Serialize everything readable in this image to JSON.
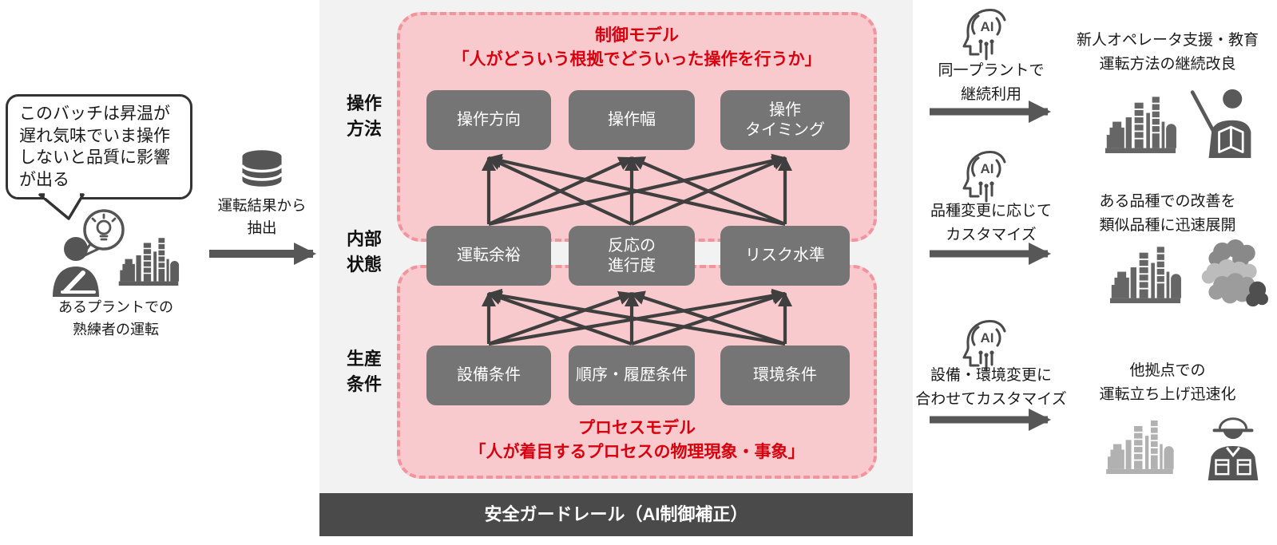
{
  "colors": {
    "accent_red": "#d7000f",
    "pink_fill": "#f9cacd",
    "pink_border": "#f0949e",
    "node_gray": "#757575",
    "bar_gray": "#4a4a4a",
    "panel_gray": "#f2f2f2",
    "arrow_gray": "#3f3f3f",
    "icon_gray": "#5e5e5e",
    "light_icon_gray": "#b1b1b1"
  },
  "source": {
    "speech_bubble": [
      "このバッチは昇温が",
      "遅れ気味でいま操作",
      "しないと品質に影響",
      "が出る"
    ],
    "caption": [
      "あるプラントでの",
      "熟練者の運転"
    ],
    "icons": [
      "operator-icon",
      "idea-bubble-icon",
      "plant-buildings-icon"
    ]
  },
  "extract": {
    "label": [
      "運転結果から",
      "抽出"
    ],
    "icon": "database-icon"
  },
  "model": {
    "control": {
      "title": "制御モデル",
      "subtitle": "「人がどういう根拠でどういった操作を行うか」"
    },
    "process": {
      "title": "プロセスモデル",
      "subtitle": "「人が着目するプロセスの物理現象・事象」"
    },
    "row_labels": [
      [
        "操作",
        "方法"
      ],
      [
        "内部",
        "状態"
      ],
      [
        "生産",
        "条件"
      ]
    ],
    "nodes": {
      "operation": [
        [
          "操作方向"
        ],
        [
          "操作幅"
        ],
        [
          "操作",
          "タイミング"
        ]
      ],
      "internal": [
        [
          "運転余裕"
        ],
        [
          "反応の",
          "進行度"
        ],
        [
          "リスク水準"
        ]
      ],
      "production": [
        [
          "設備条件"
        ],
        [
          "順序・履歴条件"
        ],
        [
          "環境条件"
        ]
      ]
    }
  },
  "guardrail": "安全ガードレール（AI制御補正）",
  "ai_icon_text": "AI",
  "benefits": [
    {
      "ai_label": [
        "同一プラントで",
        "継続利用"
      ],
      "result": [
        "新人オペレータ支援・教育",
        "運転方法の継続改良"
      ],
      "icons": [
        "plant-buildings-icon",
        "teacher-icon"
      ]
    },
    {
      "ai_label": [
        "品種変更に応じて",
        "カスタマイズ"
      ],
      "result": [
        "ある品種での改善を",
        "類似品種に迅速展開"
      ],
      "icons": [
        "plant-buildings-icon",
        "polymer-icon"
      ]
    },
    {
      "ai_label": [
        "設備・環境変更に",
        "合わせてカスタマイズ"
      ],
      "result": [
        "他拠点での",
        "運転立ち上げ迅速化"
      ],
      "icons": [
        "plant-buildings-light-icon",
        "engineer-icon"
      ]
    }
  ]
}
